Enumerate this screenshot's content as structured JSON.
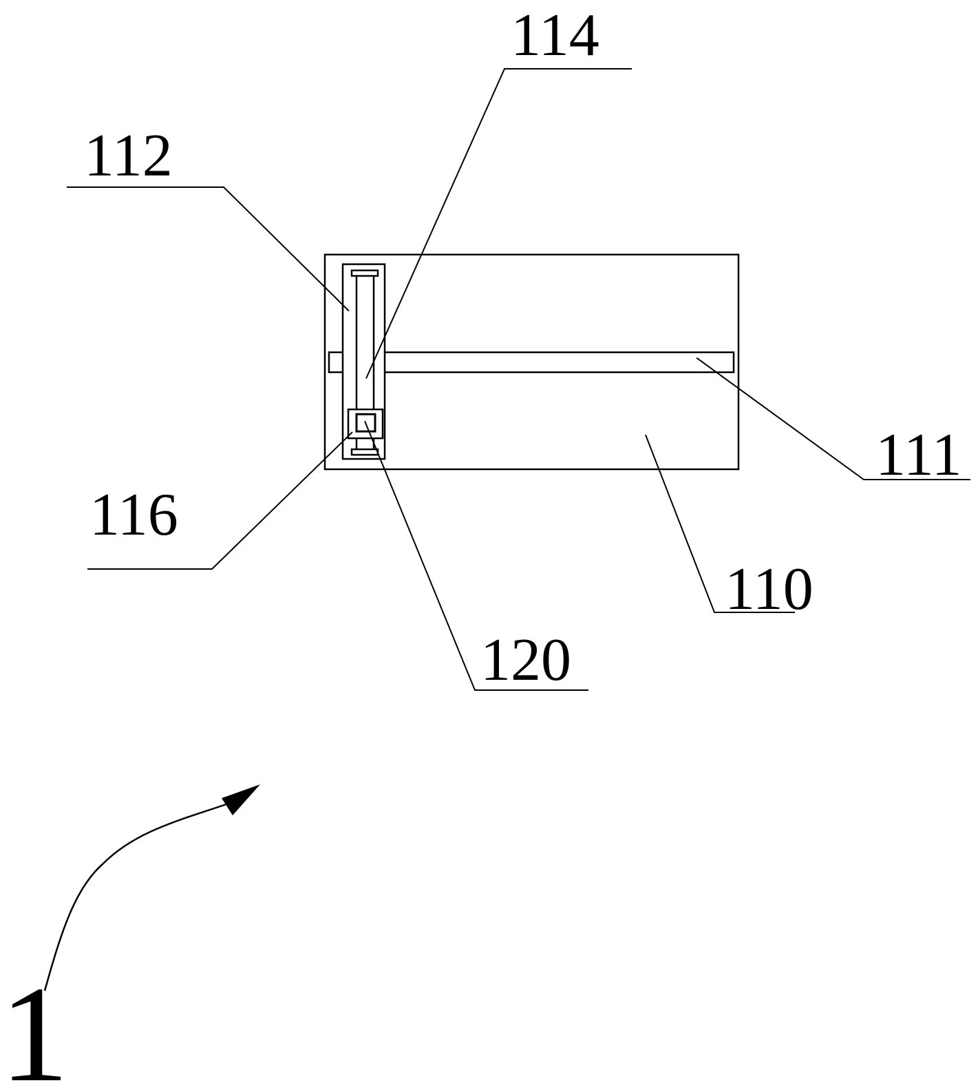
{
  "labels": {
    "l110": "110",
    "l111": "111",
    "l112": "112",
    "l114": "114",
    "l116": "116",
    "l120": "120",
    "assembly": "1"
  }
}
